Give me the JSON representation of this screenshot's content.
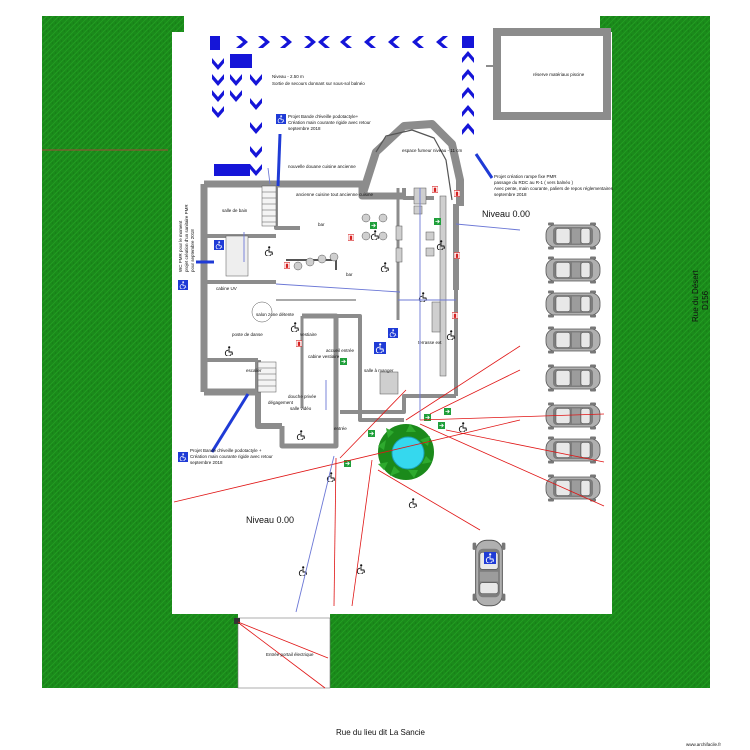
{
  "labels": {
    "niveau_main": "Niveau 0.00",
    "niveau_right": "Niveau 0.00",
    "road_bottom": "Rue du lieu dit La Sancie",
    "road_right_1": "Rue du Désert",
    "road_right_2": "D156",
    "watermark": "www.archifacile.fr",
    "basement_note_1": "Niveau - 2.50 m",
    "basement_note_2": "Sortie de secours donnant sur sous-sol balnéo",
    "reserve": "réserve matériaux piscine",
    "annotation_top_1": "Projet Bande d'éveille podotactyle+",
    "annotation_top_2": "Création main courante rigide avec retour",
    "annotation_top_3": "septembre 2018",
    "annotation_bottom_1": "Projet Bande d'éveille podotactyle +",
    "annotation_bottom_2": "Création main courante rigide avec retour",
    "annotation_bottom_3": "septembre 2018",
    "annotation_ramp_1": "Projet création rampe fixe PMR",
    "annotation_ramp_2": "passage du RDC au R-1 ( vers balnéo )",
    "annotation_ramp_3": "Avec pente, main courante, paliers de repos réglementaires",
    "annotation_ramp_4": "septembre 2018",
    "annotation_wc_1": "WC PMR pour le moment",
    "annotation_wc_2": "projet création d'un sanitaire PMR",
    "annotation_wc_3": "pour septembre 2018",
    "entrance": "Entrée portail électrique",
    "room_sdb": "salle de bain",
    "room_cabine": "cabine UV",
    "room_salon": "salon zone détente",
    "room_poste": "poste de danse",
    "room_bar1": "bar",
    "room_bar2": "bar",
    "room_escalier": "escalier",
    "room_terrasse": "terrasse ext",
    "room_manger": "salle à manger",
    "room_cuisine": "ancienne cuisine tout ancienne cuisine",
    "room_coin_cuisine": "nouvelle douane cuisine ancienne",
    "room_espace_fumeur": "espace fumeur niveau - 11 cm",
    "room_cabine_vestiaire": "cabine vestiaire",
    "room_accueil": "accueil entrée",
    "room_vestiaire": "vestiaire",
    "room_douche": "douche privée",
    "room_entree": "entrée",
    "room_salle_video": "salle vidéo",
    "room_degagement": "dégagement"
  },
  "colors": {
    "lawn": "#1b8a1b",
    "wall": "#8c8c8c",
    "arrow": "#1515d8",
    "pmr_blue": "#1f3bd6",
    "red_line": "#e01515",
    "blue_line": "#6c78d6",
    "car": "#9a9a9a",
    "pool": "#35d8ee",
    "exit_green": "#1f9f3a",
    "fire_red": "#d62020"
  }
}
